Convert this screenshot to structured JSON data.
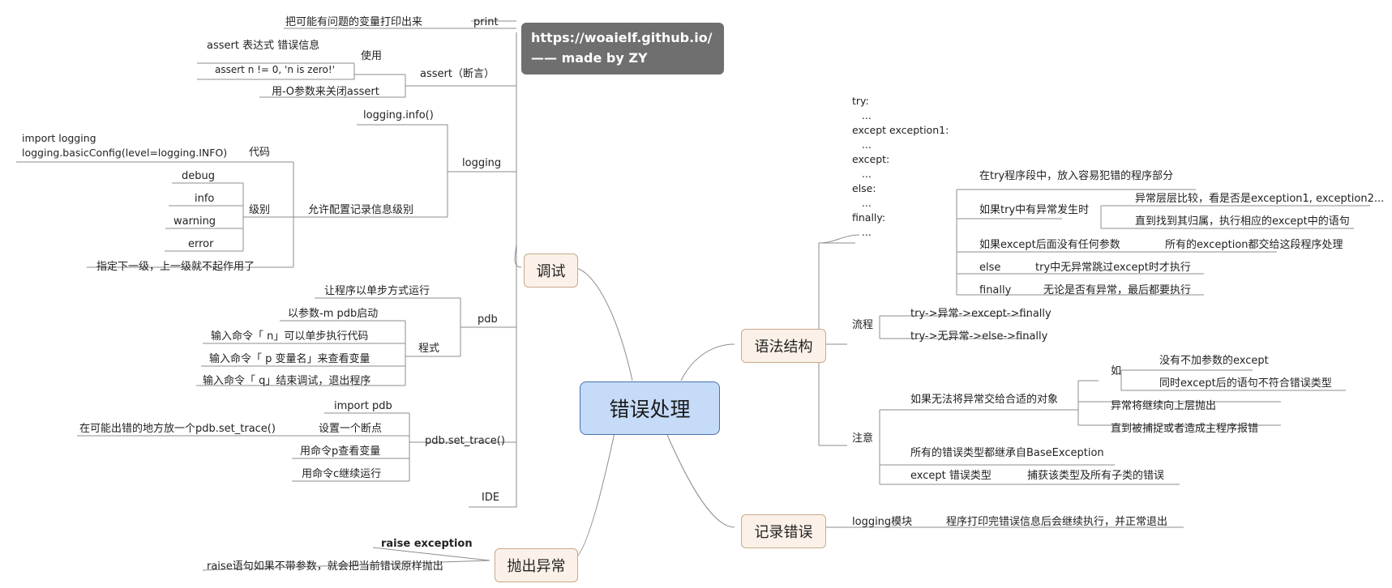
{
  "root": {
    "label": "错误处理"
  },
  "credit": {
    "line1": "https://woaielf.github.io/",
    "line2": "—— made by ZY"
  },
  "debug": {
    "label": "调试",
    "print": {
      "label": "print",
      "desc": "把可能有问题的变量打印出来"
    },
    "assert": {
      "label": "assert（断言）",
      "use": "使用",
      "use_items": [
        "assert 表达式 错误信息",
        "assert n != 0, 'n is zero!'"
      ],
      "close": "用-O参数来关闭assert"
    },
    "logging": {
      "label": "logging",
      "info": "logging.info()",
      "config": "允许配置记录信息级别",
      "code_label": "代码",
      "code": "import logging\nlogging.basicConfig(level=logging.INFO)",
      "level_label": "级别",
      "levels": [
        "debug",
        "info",
        "warning",
        "error"
      ],
      "level_note": "指定下一级，上一级就不起作用了"
    },
    "pdb": {
      "label": "pdb",
      "step": "让程序以单步方式运行",
      "method": "程式",
      "method_items": [
        "以参数-m pdb启动",
        "输入命令「 n」可以单步执行代码",
        "输入命令「 p 变量名」来查看变量",
        "输入命令「 q」结束调试，退出程序"
      ]
    },
    "set_trace": {
      "label": "pdb.set_trace()",
      "import": "import pdb",
      "bp": "设置一个断点",
      "bp_desc": "在可能出错的地方放一个pdb.set_trace()",
      "p": "用命令p查看变量",
      "c": "用命令c继续运行"
    },
    "ide": "IDE"
  },
  "raise": {
    "label": "抛出异常",
    "title": "raise exception",
    "desc": "raise语句如果不带参数，就会把当前错误原样抛出"
  },
  "syntax": {
    "label": "语法结构",
    "code": "try:\n   ...\nexcept exception1:\n   ...\nexcept:\n   ...\nelse:\n   ...\nfinally:\n   ...",
    "try_block": "在try程序段中，放入容易犯错的程序部分",
    "on_exc": "如果try中有异常发生时",
    "on_exc_items": [
      "异常层层比较，看是否是exception1, exception2...",
      "直到找到其归属，执行相应的except中的语句"
    ],
    "bare": "如果except后面没有任何参数",
    "bare_desc": "所有的exception都交给这段程序处理",
    "else": "else",
    "else_desc": "try中无异常跳过except时才执行",
    "finally": "finally",
    "finally_desc": "无论是否有异常，最后都要执行",
    "flow": "流程",
    "flow_items": [
      "try->异常->except->finally",
      "try->无异常->else->finally"
    ],
    "note": "注意",
    "note_unhandled": "如果无法将异常交给合适的对象",
    "note_such": "如",
    "note_such_items": [
      "没有不加参数的except",
      "同时except后的语句不符合错误类型"
    ],
    "note_unhandled_items": [
      "异常将继续向上层抛出",
      "直到被捕捉或者造成主程序报错"
    ],
    "note_base": "所有的错误类型都继承自BaseException",
    "note_except": "except 错误类型",
    "note_except_desc": "捕获该类型及所有子类的错误"
  },
  "record": {
    "label": "记录错误",
    "module": "logging模块",
    "desc": "程序打印完错误信息后会继续执行，并正常退出"
  },
  "colors": {
    "root_fill": "#c5dbf7",
    "root_border": "#4a72b0",
    "topic_fill": "#fbf1e8",
    "topic_border": "#c9a98a",
    "line": "#8c8c8c",
    "credit_fill": "#6f6f6f"
  }
}
